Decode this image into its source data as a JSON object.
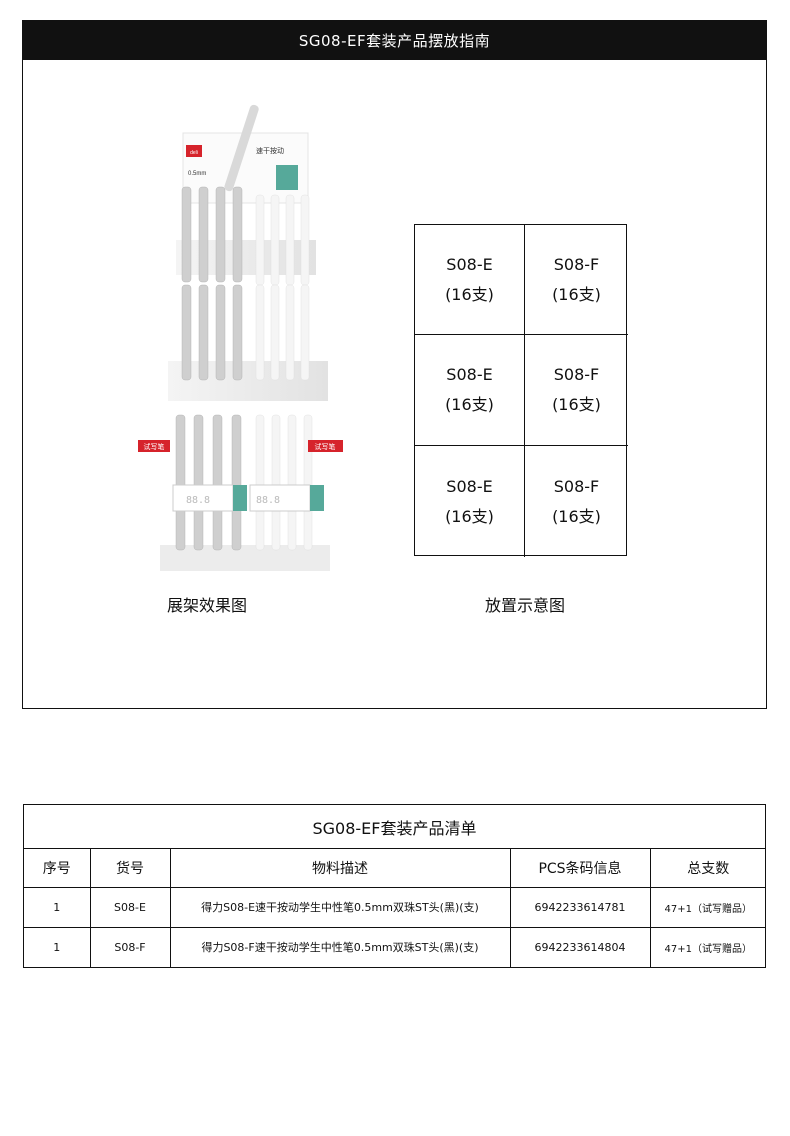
{
  "guide": {
    "title": "SG08-EF套装产品摆放指南",
    "grid_cells": [
      {
        "code": "S08-E",
        "qty": "(16支)"
      },
      {
        "code": "S08-F",
        "qty": "(16支)"
      },
      {
        "code": "S08-E",
        "qty": "(16支)"
      },
      {
        "code": "S08-F",
        "qty": "(16支)"
      },
      {
        "code": "S08-E",
        "qty": "(16支)"
      },
      {
        "code": "S08-F",
        "qty": "(16支)"
      }
    ],
    "caption_left": "展架效果图",
    "caption_right": "放置示意图",
    "display_labels": {
      "brand": "deli",
      "product": "速干按动",
      "spec": "0.5mm",
      "trial_left": "试写笔",
      "trial_right": "试写笔",
      "code_left": "88.8",
      "code_right": "88.8"
    },
    "colors": {
      "teal": "#56a99a",
      "brand_red": "#d6232b"
    }
  },
  "list": {
    "title": "SG08-EF套装产品清单",
    "headers": [
      "序号",
      "货号",
      "物料描述",
      "PCS条码信息",
      "总支数"
    ],
    "rows": [
      [
        "1",
        "S08-E",
        "得力S08-E速干按动学生中性笔0.5mm双珠ST头(黑)(支)",
        "6942233614781",
        "47+1（试写赠品）"
      ],
      [
        "1",
        "S08-F",
        "得力S08-F速干按动学生中性笔0.5mm双珠ST头(黑)(支)",
        "6942233614804",
        "47+1（试写赠品）"
      ]
    ]
  }
}
